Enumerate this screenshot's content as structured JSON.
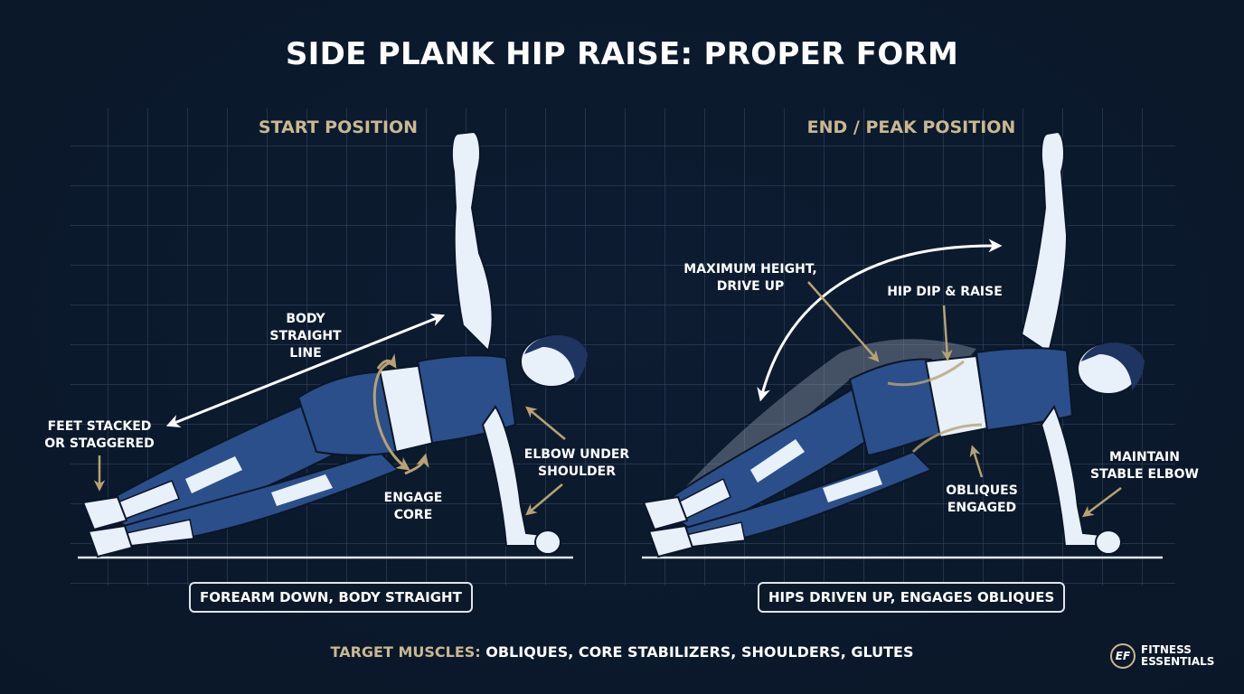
{
  "header": {
    "title": "SIDE PLANK HIP RAISE: PROPER FORM"
  },
  "colors": {
    "background": "#0c1a2e",
    "grid": "#3a4c66",
    "accent_gold": "#c9b891",
    "arrow_gold": "#b8a273",
    "outfit_blue": "#2b4f8a",
    "skin": "#e8f0fa",
    "text": "#ffffff"
  },
  "panels": [
    {
      "id": "start",
      "title": "START POSITION",
      "caption": "FOREARM DOWN, BODY STRAIGHT",
      "annotations": [
        {
          "key": "body_line",
          "lines": [
            "BODY",
            "STRAIGHT",
            "LINE"
          ],
          "arrow": "white-double"
        },
        {
          "key": "feet",
          "lines": [
            "FEET STACKED",
            "OR STAGGERED"
          ],
          "arrow": "gold-down"
        },
        {
          "key": "core",
          "lines": [
            "ENGAGE",
            "CORE"
          ],
          "arrow": "gold-rotate"
        },
        {
          "key": "elbow",
          "lines": [
            "ELBOW UNDER",
            "SHOULDER"
          ],
          "arrow": "gold-double"
        }
      ]
    },
    {
      "id": "end",
      "title": "END / PEAK POSITION",
      "caption": "HIPS DRIVEN UP, ENGAGES OBLIQUES",
      "annotations": [
        {
          "key": "max_height",
          "lines": [
            "MAXIMUM HEIGHT,",
            "DRIVE UP"
          ],
          "arrow": "gold-diagonal"
        },
        {
          "key": "hip_dip",
          "lines": [
            "HIP DIP & RAISE"
          ],
          "arrow": "gold-down"
        },
        {
          "key": "obliques",
          "lines": [
            "OBLIQUES",
            "ENGAGED"
          ],
          "arrow": "gold-up"
        },
        {
          "key": "elbow",
          "lines": [
            "MAINTAIN",
            "STABLE ELBOW"
          ],
          "arrow": "gold-diagonal"
        },
        {
          "key": "arc",
          "lines": [],
          "arrow": "white-arc-double"
        }
      ]
    }
  ],
  "footer": {
    "target_key": "TARGET MUSCLES:",
    "target_value": " OBLIQUES, CORE STABILIZERS, SHOULDERS, GLUTES",
    "brand_mark": "EF",
    "brand_line1": "FITNESS",
    "brand_line2": "ESSENTIALS"
  },
  "icons": {
    "brand_logo": "ef-circle-logo",
    "arrows": [
      "double-arrow",
      "curved-arrow",
      "rotation-arrow"
    ]
  }
}
